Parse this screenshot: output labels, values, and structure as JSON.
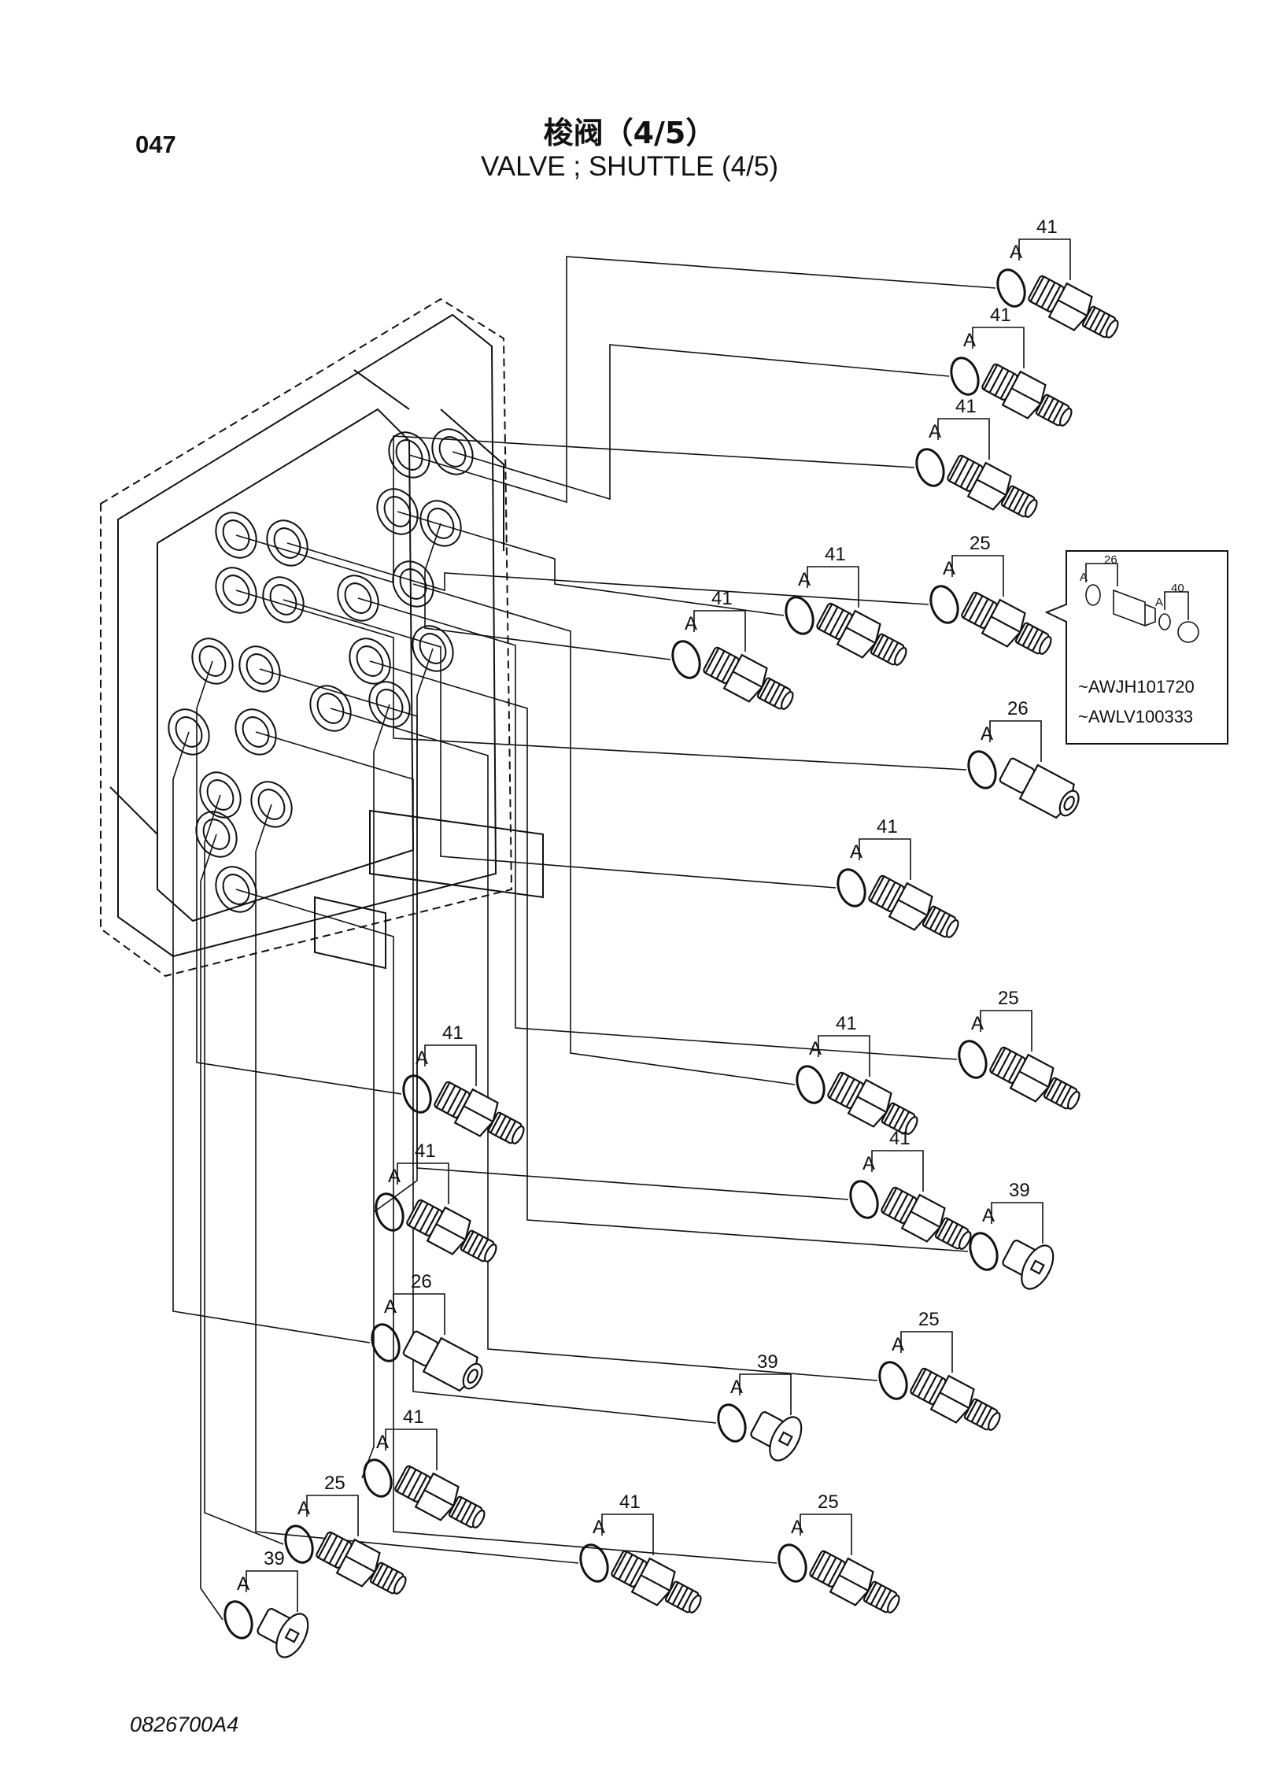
{
  "page": {
    "code": "047",
    "title_cn": "梭阀（4/5）",
    "title_en": "VALVE ; SHUTTLE (4/5)",
    "drawing_number": "0826700A4"
  },
  "detail_inset": {
    "serial_ranges": [
      "~AWJH101720",
      "~AWLV100333"
    ],
    "labels": {
      "ring": "A",
      "part_a": "26",
      "part_b": "40"
    }
  },
  "oring_label": "A",
  "callouts": [
    {
      "num": "41",
      "type": "fitting"
    },
    {
      "num": "41",
      "type": "fitting"
    },
    {
      "num": "41",
      "type": "fitting"
    },
    {
      "num": "25",
      "type": "fitting"
    },
    {
      "num": "41",
      "type": "fitting"
    },
    {
      "num": "41",
      "type": "fitting"
    },
    {
      "num": "26",
      "type": "adapter"
    },
    {
      "num": "41",
      "type": "fitting"
    },
    {
      "num": "25",
      "type": "fitting"
    },
    {
      "num": "41",
      "type": "fitting"
    },
    {
      "num": "41",
      "type": "fitting"
    },
    {
      "num": "41",
      "type": "fitting"
    },
    {
      "num": "39",
      "type": "plug"
    },
    {
      "num": "41",
      "type": "fitting"
    },
    {
      "num": "26",
      "type": "adapter"
    },
    {
      "num": "39",
      "type": "plug"
    },
    {
      "num": "25",
      "type": "fitting"
    },
    {
      "num": "41",
      "type": "fitting"
    },
    {
      "num": "25",
      "type": "fitting"
    },
    {
      "num": "41",
      "type": "fitting"
    },
    {
      "num": "25",
      "type": "fitting"
    },
    {
      "num": "39",
      "type": "plug"
    }
  ]
}
